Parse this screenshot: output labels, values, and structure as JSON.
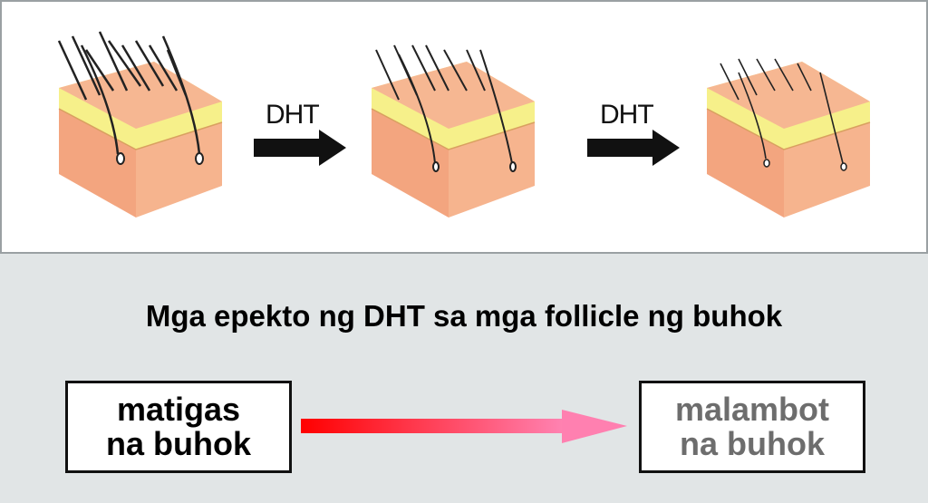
{
  "top_panel": {
    "stages": [
      "healthy-follicle",
      "shrinking-follicle",
      "miniaturized-follicle"
    ],
    "arrow_labels": [
      "DHT",
      "DHT"
    ]
  },
  "title": "Mga epekto ng DHT sa mga follicle ng buhok",
  "from_box": {
    "line1": "matigas",
    "line2": "na buhok",
    "color": "#000000"
  },
  "to_box": {
    "line1": "malambot",
    "line2": "na buhok",
    "color": "#6d6d6d"
  },
  "colors": {
    "skin": "#f5b08a",
    "fat": "#f6f08a",
    "arrow_start": "#ff0000",
    "arrow_end": "#ff80b0"
  }
}
